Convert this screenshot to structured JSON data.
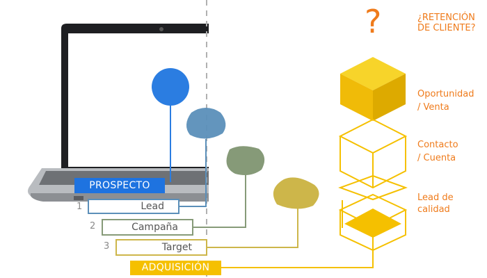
{
  "header": {
    "question_mark": "?",
    "title_line1": "¿RETENCIÓN",
    "title_line2": "DE CLIENTE?"
  },
  "stages": {
    "oportunidad": {
      "line1": "Oportunidad",
      "line2": "/ Venta"
    },
    "contacto": {
      "line1": "Contacto",
      "line2": "/ Cuenta"
    },
    "lead_calidad": {
      "line1": "Lead de",
      "line2": "calidad"
    }
  },
  "prospecto": {
    "label": "PROSPECTO"
  },
  "funnel_steps": [
    {
      "number": "1",
      "label": "Lead"
    },
    {
      "number": "2",
      "label": "Campaña"
    },
    {
      "number": "3",
      "label": "Target"
    }
  ],
  "adquisicion": {
    "label": "ADQUISICIÓN"
  },
  "colors": {
    "blue": "#2b7de1",
    "steel_blue": "#5b8fb9",
    "sage_green": "#869a78",
    "olive_yellow": "#cdb64a",
    "gold": "#f5c000",
    "orange": "#ef7b1b",
    "label_blue": "#1e73e0"
  }
}
